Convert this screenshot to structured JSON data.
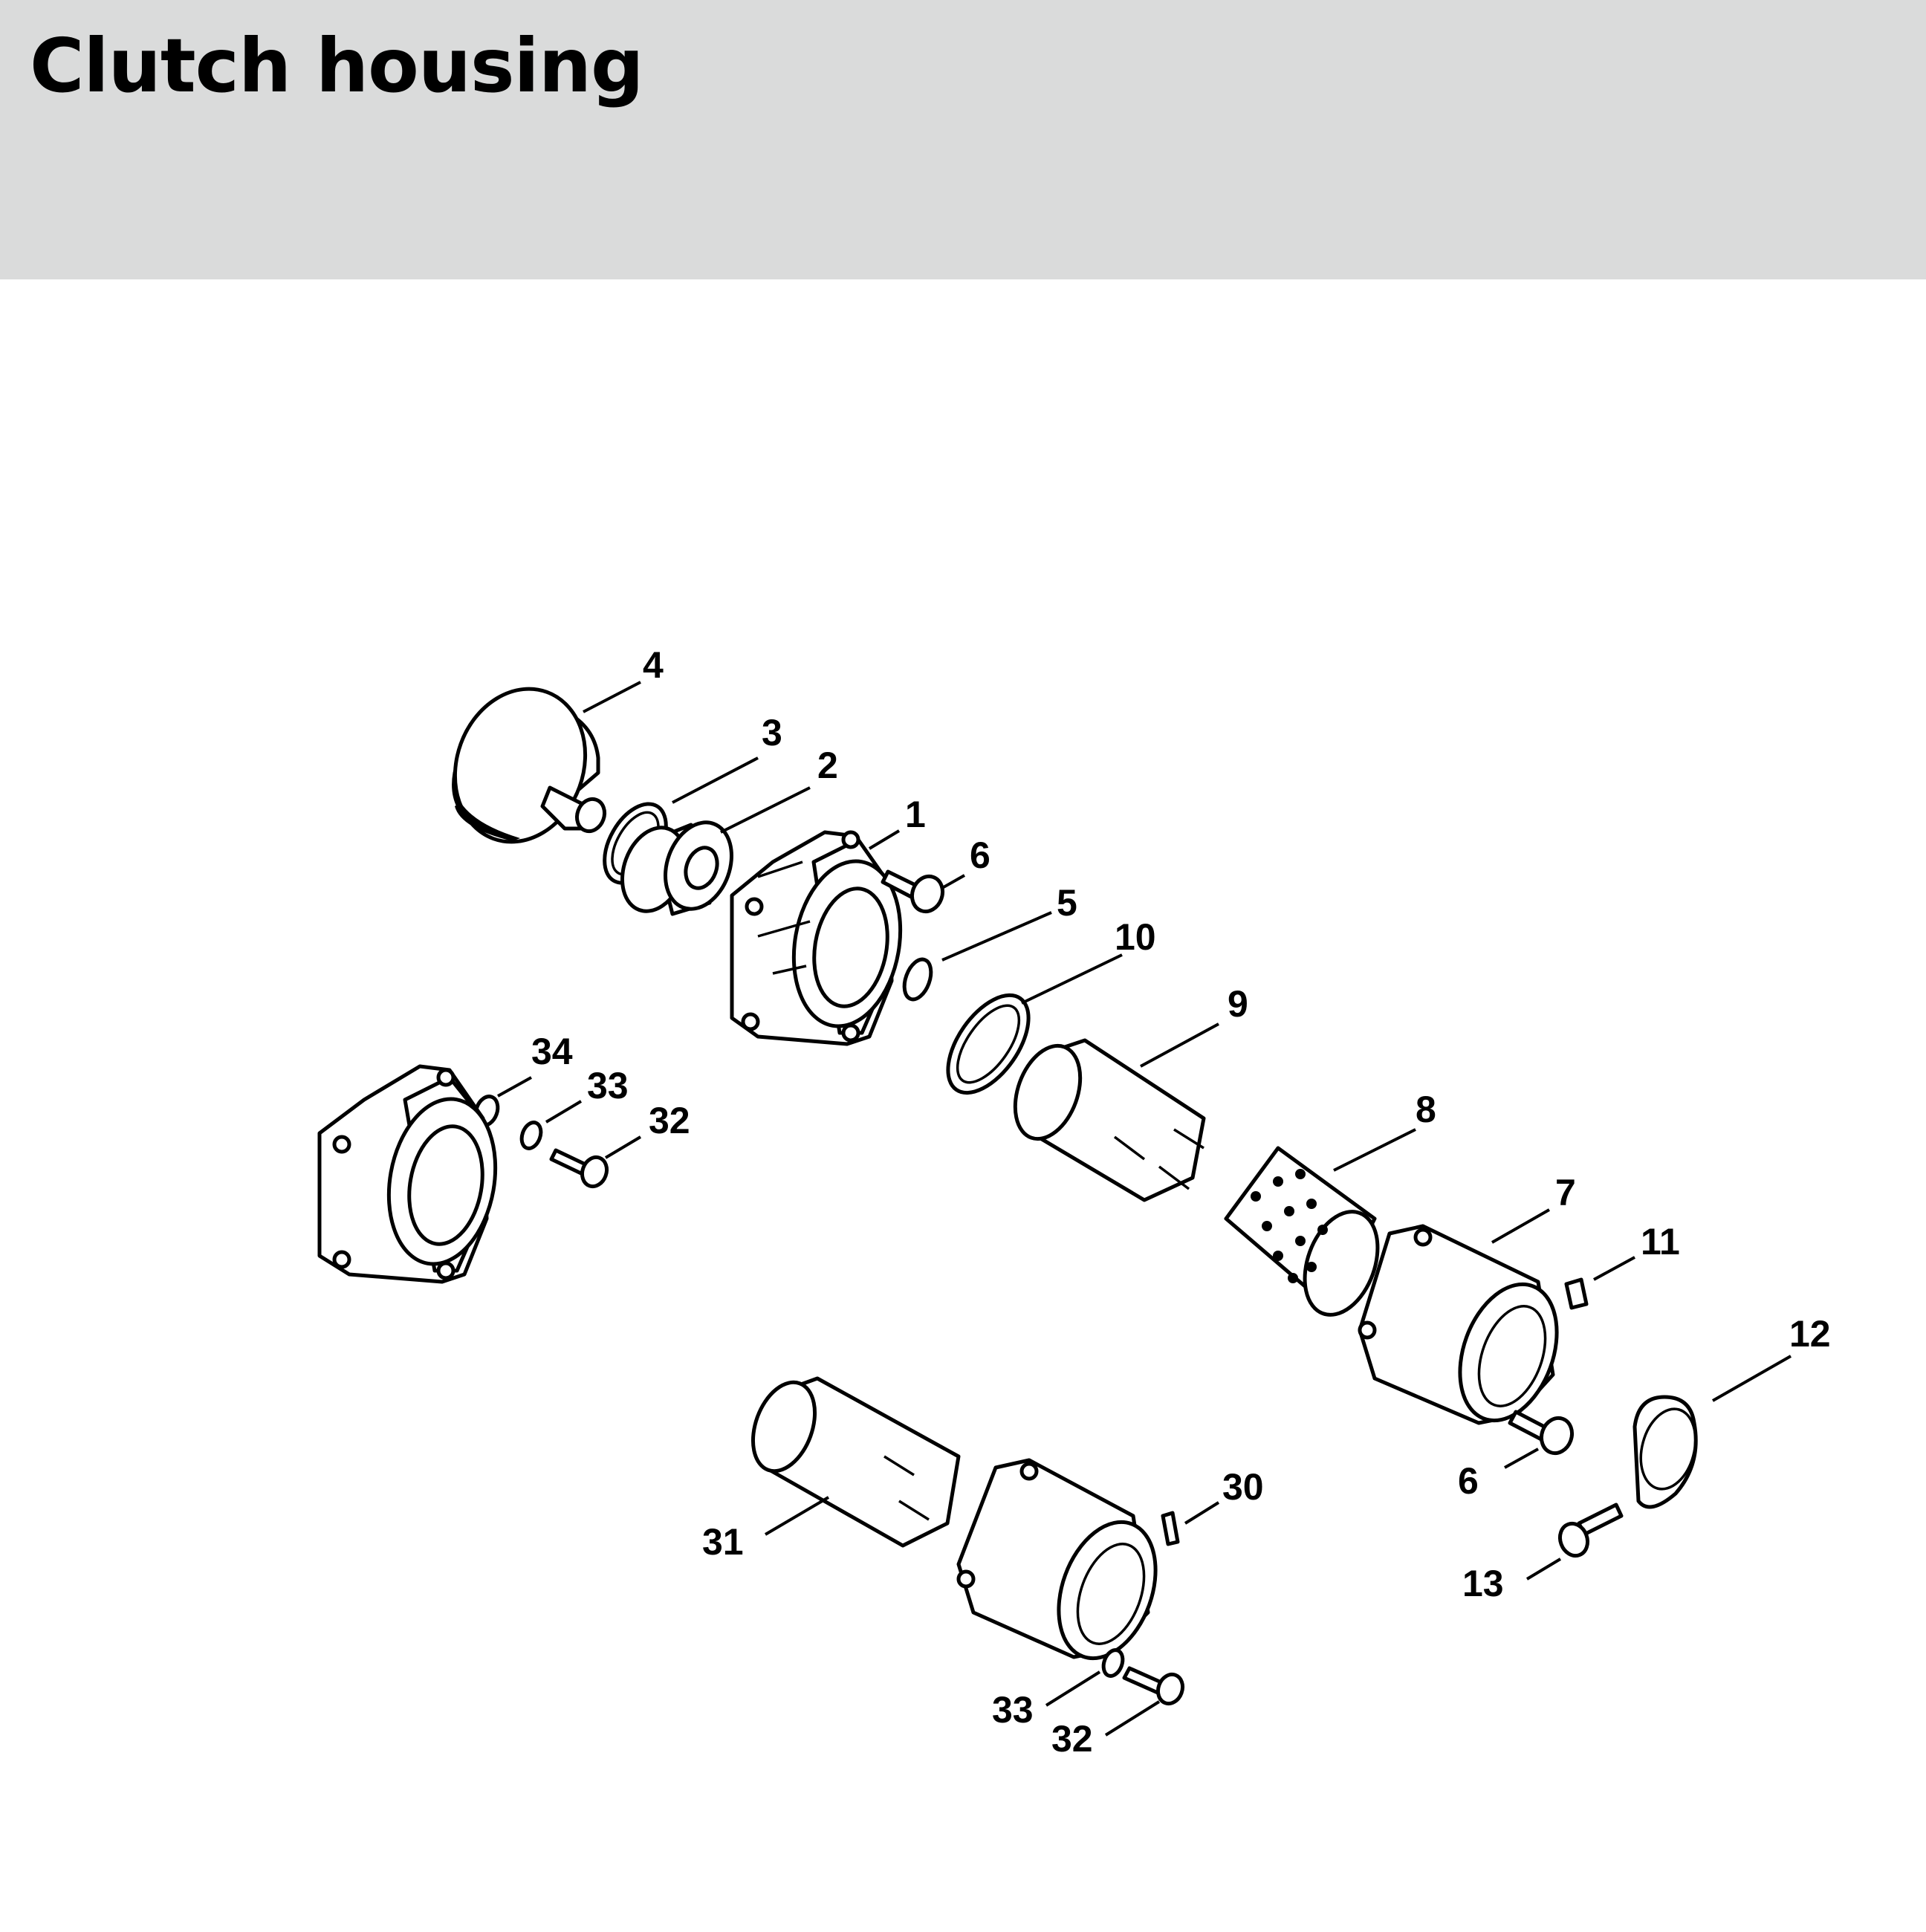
{
  "header": {
    "title": "Clutch housing"
  },
  "colors": {
    "header_bg": "#dadbdb",
    "line": "#000000",
    "background": "#ffffff"
  },
  "callouts": [
    {
      "id": "c4",
      "label": "4"
    },
    {
      "id": "c3",
      "label": "3"
    },
    {
      "id": "c2",
      "label": "2"
    },
    {
      "id": "c1",
      "label": "1"
    },
    {
      "id": "c6a",
      "label": "6"
    },
    {
      "id": "c5",
      "label": "5"
    },
    {
      "id": "c10",
      "label": "10"
    },
    {
      "id": "c9",
      "label": "9"
    },
    {
      "id": "c34",
      "label": "34"
    },
    {
      "id": "c33a",
      "label": "33"
    },
    {
      "id": "c32a",
      "label": "32"
    },
    {
      "id": "c8",
      "label": "8"
    },
    {
      "id": "c7",
      "label": "7"
    },
    {
      "id": "c11",
      "label": "11"
    },
    {
      "id": "c12",
      "label": "12"
    },
    {
      "id": "c6b",
      "label": "6"
    },
    {
      "id": "c30",
      "label": "30"
    },
    {
      "id": "c31",
      "label": "31"
    },
    {
      "id": "c13",
      "label": "13"
    },
    {
      "id": "c33b",
      "label": "33"
    },
    {
      "id": "c32b",
      "label": "32"
    }
  ]
}
